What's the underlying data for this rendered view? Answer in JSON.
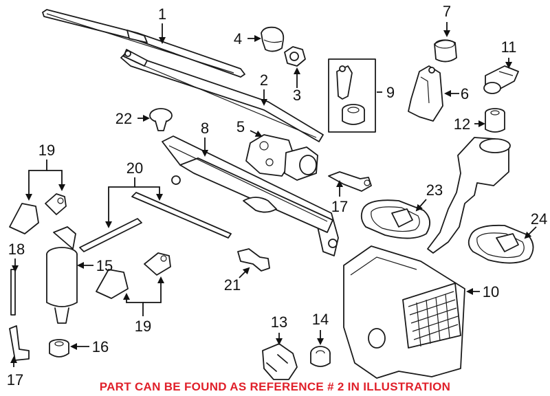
{
  "callouts": {
    "c1": "1",
    "c2": "2",
    "c3": "3",
    "c4": "4",
    "c5": "5",
    "c6": "6",
    "c7": "7",
    "c8": "8",
    "c9": "9",
    "c10": "10",
    "c11": "11",
    "c12": "12",
    "c13": "13",
    "c14": "14",
    "c15": "15",
    "c16": "16",
    "c17a": "17",
    "c17b": "17",
    "c18": "18",
    "c19a": "19",
    "c19b": "19",
    "c20": "20",
    "c21": "21",
    "c22": "22",
    "c23": "23",
    "c24": "24"
  },
  "footnote": {
    "text": "PART CAN BE FOUND AS REFERENCE # 2 IN ILLUSTRATION",
    "color": "#e0202a"
  }
}
